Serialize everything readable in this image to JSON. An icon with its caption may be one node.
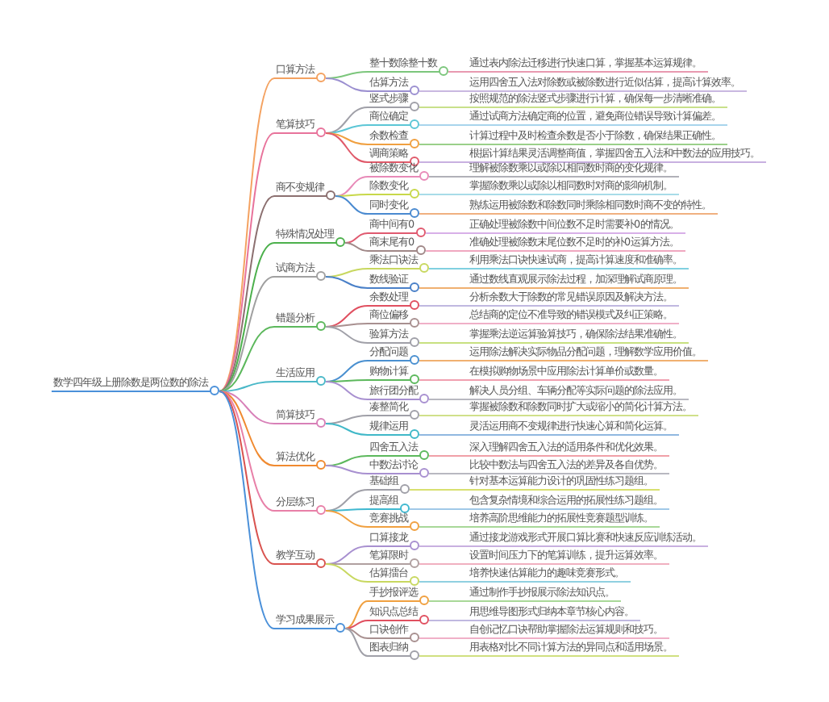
{
  "diagram": {
    "nodes": [
      {
        "text": [
          "数学四年级上册除数是两位数的除法"
        ]
      },
      {
        "text": [
          "口算方法"
        ]
      },
      {
        "text": [
          "整十数除整十数"
        ]
      },
      {
        "text": [
          "通过表内除法迁移进行快速口算，掌握基本运算规律。"
        ]
      },
      {
        "text": [
          "估算方法"
        ]
      },
      {
        "text": [
          "运用四舍五入法对除数或被除数进行近似估算，提高计算效率。"
        ]
      },
      {
        "text": [
          "笔算技巧"
        ]
      },
      {
        "text": [
          "竖式步骤"
        ]
      },
      {
        "text": [
          "按照规范的除法竖式步骤进行计算，确保每一步清晰准确。"
        ]
      },
      {
        "text": [
          "商位确定"
        ]
      },
      {
        "text": [
          "通过试商方法确定商的位置，避免商位错误导致计算偏差。"
        ]
      },
      {
        "text": [
          "余数检查"
        ]
      },
      {
        "text": [
          "计算过程中及时检查余数是否小于除数，确保结果正确性。"
        ]
      },
      {
        "text": [
          "调商策略"
        ]
      },
      {
        "text": [
          "根据计算结果灵活调整商值，掌握四舍五入法和中数法的应用技巧。"
        ]
      },
      {
        "text": [
          "商不变规律"
        ]
      },
      {
        "text": [
          "被除数变化"
        ]
      },
      {
        "text": [
          "理解被除数乘以或除以相同数时商的变化规律。"
        ]
      },
      {
        "text": [
          "除数变化"
        ]
      },
      {
        "text": [
          "掌握除数乘以或除以相同数时对商的影响机制。"
        ]
      },
      {
        "text": [
          "同时变化"
        ]
      },
      {
        "text": [
          "熟练运用被除数和除数同时乘除相同数时商不变的特性。"
        ]
      },
      {
        "text": [
          "特殊情况处理"
        ]
      },
      {
        "text": [
          "商中间有0"
        ]
      },
      {
        "text": [
          "正确处理被除数中间位数不足时需要补0的情况。"
        ]
      },
      {
        "text": [
          "商末尾有0"
        ]
      },
      {
        "text": [
          "准确处理被除数末尾位数不足时的补0运算方法。"
        ]
      },
      {
        "text": [
          "试商方法"
        ]
      },
      {
        "text": [
          "乘法口诀法"
        ]
      },
      {
        "text": [
          "利用乘法口诀快速试商，提高计算速度和准确率。"
        ]
      },
      {
        "text": [
          "数线验证"
        ]
      },
      {
        "text": [
          "通过数线直观展示除法过程，加深理解试商原理。"
        ]
      },
      {
        "text": [
          "错题分析"
        ]
      },
      {
        "text": [
          "余数处理"
        ]
      },
      {
        "text": [
          "分析余数大于除数的常见错误原因及解决方法。"
        ]
      },
      {
        "text": [
          "商位偏移"
        ]
      },
      {
        "text": [
          "总结商的定位不准导致的错误模式及纠正策略。"
        ]
      },
      {
        "text": [
          "验算方法"
        ]
      },
      {
        "text": [
          "掌握乘法逆运算验算技巧，确保除法结果准确性。"
        ]
      },
      {
        "text": [
          "生活应用"
        ]
      },
      {
        "text": [
          "分配问题"
        ]
      },
      {
        "text": [
          "运用除法解决实际物品分配问题，理解数学应用价值。"
        ]
      },
      {
        "text": [
          "购物计算"
        ]
      },
      {
        "text": [
          "在模拟购物场景中应用除法计算单价或数量。"
        ]
      },
      {
        "text": [
          "旅行团分配"
        ]
      },
      {
        "text": [
          "解决人员分组、车辆分配等实际问题的除法应用。"
        ]
      },
      {
        "text": [
          "简算技巧"
        ]
      },
      {
        "text": [
          "凑整简化"
        ]
      },
      {
        "text": [
          "掌握被除数和除数同时扩大或缩小的简化计算方法。"
        ]
      },
      {
        "text": [
          "规律运用"
        ]
      },
      {
        "text": [
          "灵活运用商不变规律进行快速心算和简化运算。"
        ]
      },
      {
        "text": [
          "算法优化"
        ]
      },
      {
        "text": [
          "四舍五入法"
        ]
      },
      {
        "text": [
          "深入理解四舍五入法的适用条件和优化效果。"
        ]
      },
      {
        "text": [
          "中数法讨论"
        ]
      },
      {
        "text": [
          "比较中数法与四舍五入法的差异及各自优势。"
        ]
      },
      {
        "text": [
          "分层练习"
        ]
      },
      {
        "text": [
          "基础组"
        ]
      },
      {
        "text": [
          "针对基本运算能力设计的巩固性练习题组。"
        ]
      },
      {
        "text": [
          "提高组"
        ]
      },
      {
        "text": [
          "包含复杂情境和综合运用的拓展性练习题组。"
        ]
      },
      {
        "text": [
          "竞赛挑战"
        ]
      },
      {
        "text": [
          "培养高阶思维能力的拓展性竞赛题型训练。"
        ]
      },
      {
        "text": [
          "教学互动"
        ]
      },
      {
        "text": [
          "口算接龙"
        ]
      },
      {
        "text": [
          "通过接龙游戏形式开展口算比赛和快速反应训练活动。"
        ]
      },
      {
        "text": [
          "笔算限时"
        ]
      },
      {
        "text": [
          "设置时间压力下的笔算训练，提升运算效率。"
        ]
      },
      {
        "text": [
          "估算擂台"
        ]
      },
      {
        "text": [
          "培养快速估算能力的趣味竞赛形式。"
        ]
      },
      {
        "text": [
          "学习成果展示"
        ]
      },
      {
        "text": [
          "手抄报评选"
        ]
      },
      {
        "text": [
          "通过制作手抄报展示除法知识点。"
        ]
      },
      {
        "text": [
          "知识点总结"
        ]
      },
      {
        "text": [
          "用思维导图形式归纳本章节核心内容。"
        ]
      },
      {
        "text": [
          "口诀创作"
        ]
      },
      {
        "text": [
          "自创记忆口诀帮助掌握除法运算规则和技巧。"
        ]
      },
      {
        "text": [
          "图表归纳"
        ]
      },
      {
        "text": [
          "用表格对比不同计算方法的异同点和适用场景。"
        ]
      }
    ],
    "edges": [
      {
        "from": 0,
        "to": 1,
        "arrow": "none",
        "color": "#f4a261"
      },
      {
        "from": 1,
        "to": 2,
        "arrow": "none",
        "color": "#7cc67c"
      },
      {
        "from": 2,
        "to": 3,
        "arrow": "none",
        "color": "#e89ab0"
      },
      {
        "from": 1,
        "to": 4,
        "arrow": "none",
        "color": "#9b8fd0"
      },
      {
        "from": 4,
        "to": 5,
        "arrow": "none",
        "color": "#c9b8e0"
      },
      {
        "from": 0,
        "to": 6,
        "arrow": "none",
        "color": "#e8739b"
      },
      {
        "from": 6,
        "to": 7,
        "arrow": "none",
        "color": "#a0a0a8"
      },
      {
        "from": 7,
        "to": 8,
        "arrow": "none",
        "color": "#c8e08a"
      },
      {
        "from": 6,
        "to": 9,
        "arrow": "none",
        "color": "#5cc6d6"
      },
      {
        "from": 9,
        "to": 10,
        "arrow": "none",
        "color": "#a8d4ec"
      },
      {
        "from": 6,
        "to": 11,
        "arrow": "none",
        "color": "#f0a040"
      },
      {
        "from": 11,
        "to": 12,
        "arrow": "none",
        "color": "#9ad08a"
      },
      {
        "from": 6,
        "to": 13,
        "arrow": "none",
        "color": "#e05a6a"
      },
      {
        "from": 13,
        "to": 14,
        "arrow": "none",
        "color": "#c8b0e0"
      },
      {
        "from": 0,
        "to": 15,
        "arrow": "none",
        "color": "#8c7070"
      },
      {
        "from": 15,
        "to": 16,
        "arrow": "none",
        "color": "#e88ab8"
      },
      {
        "from": 16,
        "to": 17,
        "arrow": "none",
        "color": "#b0b0b8"
      },
      {
        "from": 15,
        "to": 18,
        "arrow": "none",
        "color": "#c8d84a"
      },
      {
        "from": 18,
        "to": 19,
        "arrow": "none",
        "color": "#a8dce8"
      },
      {
        "from": 15,
        "to": 20,
        "arrow": "none",
        "color": "#4a8ad0"
      },
      {
        "from": 20,
        "to": 21,
        "arrow": "none",
        "color": "#f0b080"
      },
      {
        "from": 0,
        "to": 22,
        "arrow": "none",
        "color": "#4cb04c"
      },
      {
        "from": 22,
        "to": 23,
        "arrow": "none",
        "color": "#e05a70"
      },
      {
        "from": 23,
        "to": 24,
        "arrow": "none",
        "color": "#d8b0e8"
      },
      {
        "from": 22,
        "to": 25,
        "arrow": "none",
        "color": "#a08888"
      },
      {
        "from": 25,
        "to": 26,
        "arrow": "none",
        "color": "#f0a8c0"
      },
      {
        "from": 0,
        "to": 27,
        "arrow": "none",
        "color": "#a0a0a0"
      },
      {
        "from": 27,
        "to": 28,
        "arrow": "none",
        "color": "#c8d860"
      },
      {
        "from": 28,
        "to": 29,
        "arrow": "none",
        "color": "#80d0e0"
      },
      {
        "from": 27,
        "to": 30,
        "arrow": "none",
        "color": "#4a80c8"
      },
      {
        "from": 30,
        "to": 31,
        "arrow": "none",
        "color": "#f0b070"
      },
      {
        "from": 0,
        "to": 32,
        "arrow": "none",
        "color": "#5cb85c"
      },
      {
        "from": 32,
        "to": 33,
        "arrow": "none",
        "color": "#e05060"
      },
      {
        "from": 33,
        "to": 34,
        "arrow": "none",
        "color": "#c0b8e0"
      },
      {
        "from": 32,
        "to": 35,
        "arrow": "none",
        "color": "#a89090"
      },
      {
        "from": 35,
        "to": 36,
        "arrow": "none",
        "color": "#f0b0c8"
      },
      {
        "from": 32,
        "to": 37,
        "arrow": "none",
        "color": "#a0a0a8"
      },
      {
        "from": 37,
        "to": 38,
        "arrow": "none",
        "color": "#c8e080"
      },
      {
        "from": 0,
        "to": 39,
        "arrow": "none",
        "color": "#4ab8c8"
      },
      {
        "from": 39,
        "to": 40,
        "arrow": "none",
        "color": "#4a90d0"
      },
      {
        "from": 40,
        "to": 41,
        "arrow": "none",
        "color": "#f0b070"
      },
      {
        "from": 39,
        "to": 42,
        "arrow": "none",
        "color": "#5cb85c"
      },
      {
        "from": 42,
        "to": 43,
        "arrow": "none",
        "color": "#f0a0b0"
      },
      {
        "from": 39,
        "to": 44,
        "arrow": "none",
        "color": "#a890d0"
      },
      {
        "from": 44,
        "to": 45,
        "arrow": "none",
        "color": "#b8b8c0"
      },
      {
        "from": 0,
        "to": 46,
        "arrow": "none",
        "color": "#d880b8"
      },
      {
        "from": 46,
        "to": 47,
        "arrow": "none",
        "color": "#a0a0a8"
      },
      {
        "from": 47,
        "to": 48,
        "arrow": "none",
        "color": "#d0e08a"
      },
      {
        "from": 46,
        "to": 49,
        "arrow": "none",
        "color": "#40b8c8"
      },
      {
        "from": 49,
        "to": 50,
        "arrow": "none",
        "color": "#90b8e0"
      },
      {
        "from": 0,
        "to": 51,
        "arrow": "none",
        "color": "#f08a30"
      },
      {
        "from": 51,
        "to": 52,
        "arrow": "none",
        "color": "#5cb85c"
      },
      {
        "from": 52,
        "to": 53,
        "arrow": "none",
        "color": "#f0a0a8"
      },
      {
        "from": 51,
        "to": 54,
        "arrow": "none",
        "color": "#a890d0"
      },
      {
        "from": 54,
        "to": 55,
        "arrow": "none",
        "color": "#b8b8c0"
      },
      {
        "from": 0,
        "to": 56,
        "arrow": "none",
        "color": "#e880a8"
      },
      {
        "from": 56,
        "to": 57,
        "arrow": "none",
        "color": "#a0a0a8"
      },
      {
        "from": 57,
        "to": 58,
        "arrow": "none",
        "color": "#d8e070"
      },
      {
        "from": 56,
        "to": 59,
        "arrow": "none",
        "color": "#40b8d0"
      },
      {
        "from": 59,
        "to": 60,
        "arrow": "none",
        "color": "#a0c8e8"
      },
      {
        "from": 56,
        "to": 61,
        "arrow": "none",
        "color": "#f0a040"
      },
      {
        "from": 61,
        "to": 62,
        "arrow": "none",
        "color": "#a8d898"
      },
      {
        "from": 0,
        "to": 63,
        "arrow": "none",
        "color": "#d9534f"
      },
      {
        "from": 63,
        "to": 64,
        "arrow": "none",
        "color": "#a890d0"
      },
      {
        "from": 64,
        "to": 65,
        "arrow": "none",
        "color": "#c8b0e0"
      },
      {
        "from": 63,
        "to": 66,
        "arrow": "none",
        "color": "#b0a0a0"
      },
      {
        "from": 66,
        "to": 67,
        "arrow": "none",
        "color": "#f0b0c0"
      },
      {
        "from": 63,
        "to": 68,
        "arrow": "none",
        "color": "#c8d860"
      },
      {
        "from": 68,
        "to": 69,
        "arrow": "none",
        "color": "#90d0e0"
      },
      {
        "from": 0,
        "to": 70,
        "arrow": "none",
        "color": "#4a90d9"
      },
      {
        "from": 70,
        "to": 71,
        "arrow": "none",
        "color": "#f0a040"
      },
      {
        "from": 71,
        "to": 72,
        "arrow": "none",
        "color": "#a8d898"
      },
      {
        "from": 70,
        "to": 73,
        "arrow": "none",
        "color": "#e05060"
      },
      {
        "from": 73,
        "to": 74,
        "arrow": "none",
        "color": "#c0b8e0"
      },
      {
        "from": 70,
        "to": 75,
        "arrow": "none",
        "color": "#a89090"
      },
      {
        "from": 75,
        "to": 76,
        "arrow": "none",
        "color": "#f0b0c8"
      },
      {
        "from": 70,
        "to": 77,
        "arrow": "none",
        "color": "#a0a0a8"
      },
      {
        "from": 77,
        "to": 78,
        "arrow": "none",
        "color": "#d0e080"
      }
    ]
  }
}
